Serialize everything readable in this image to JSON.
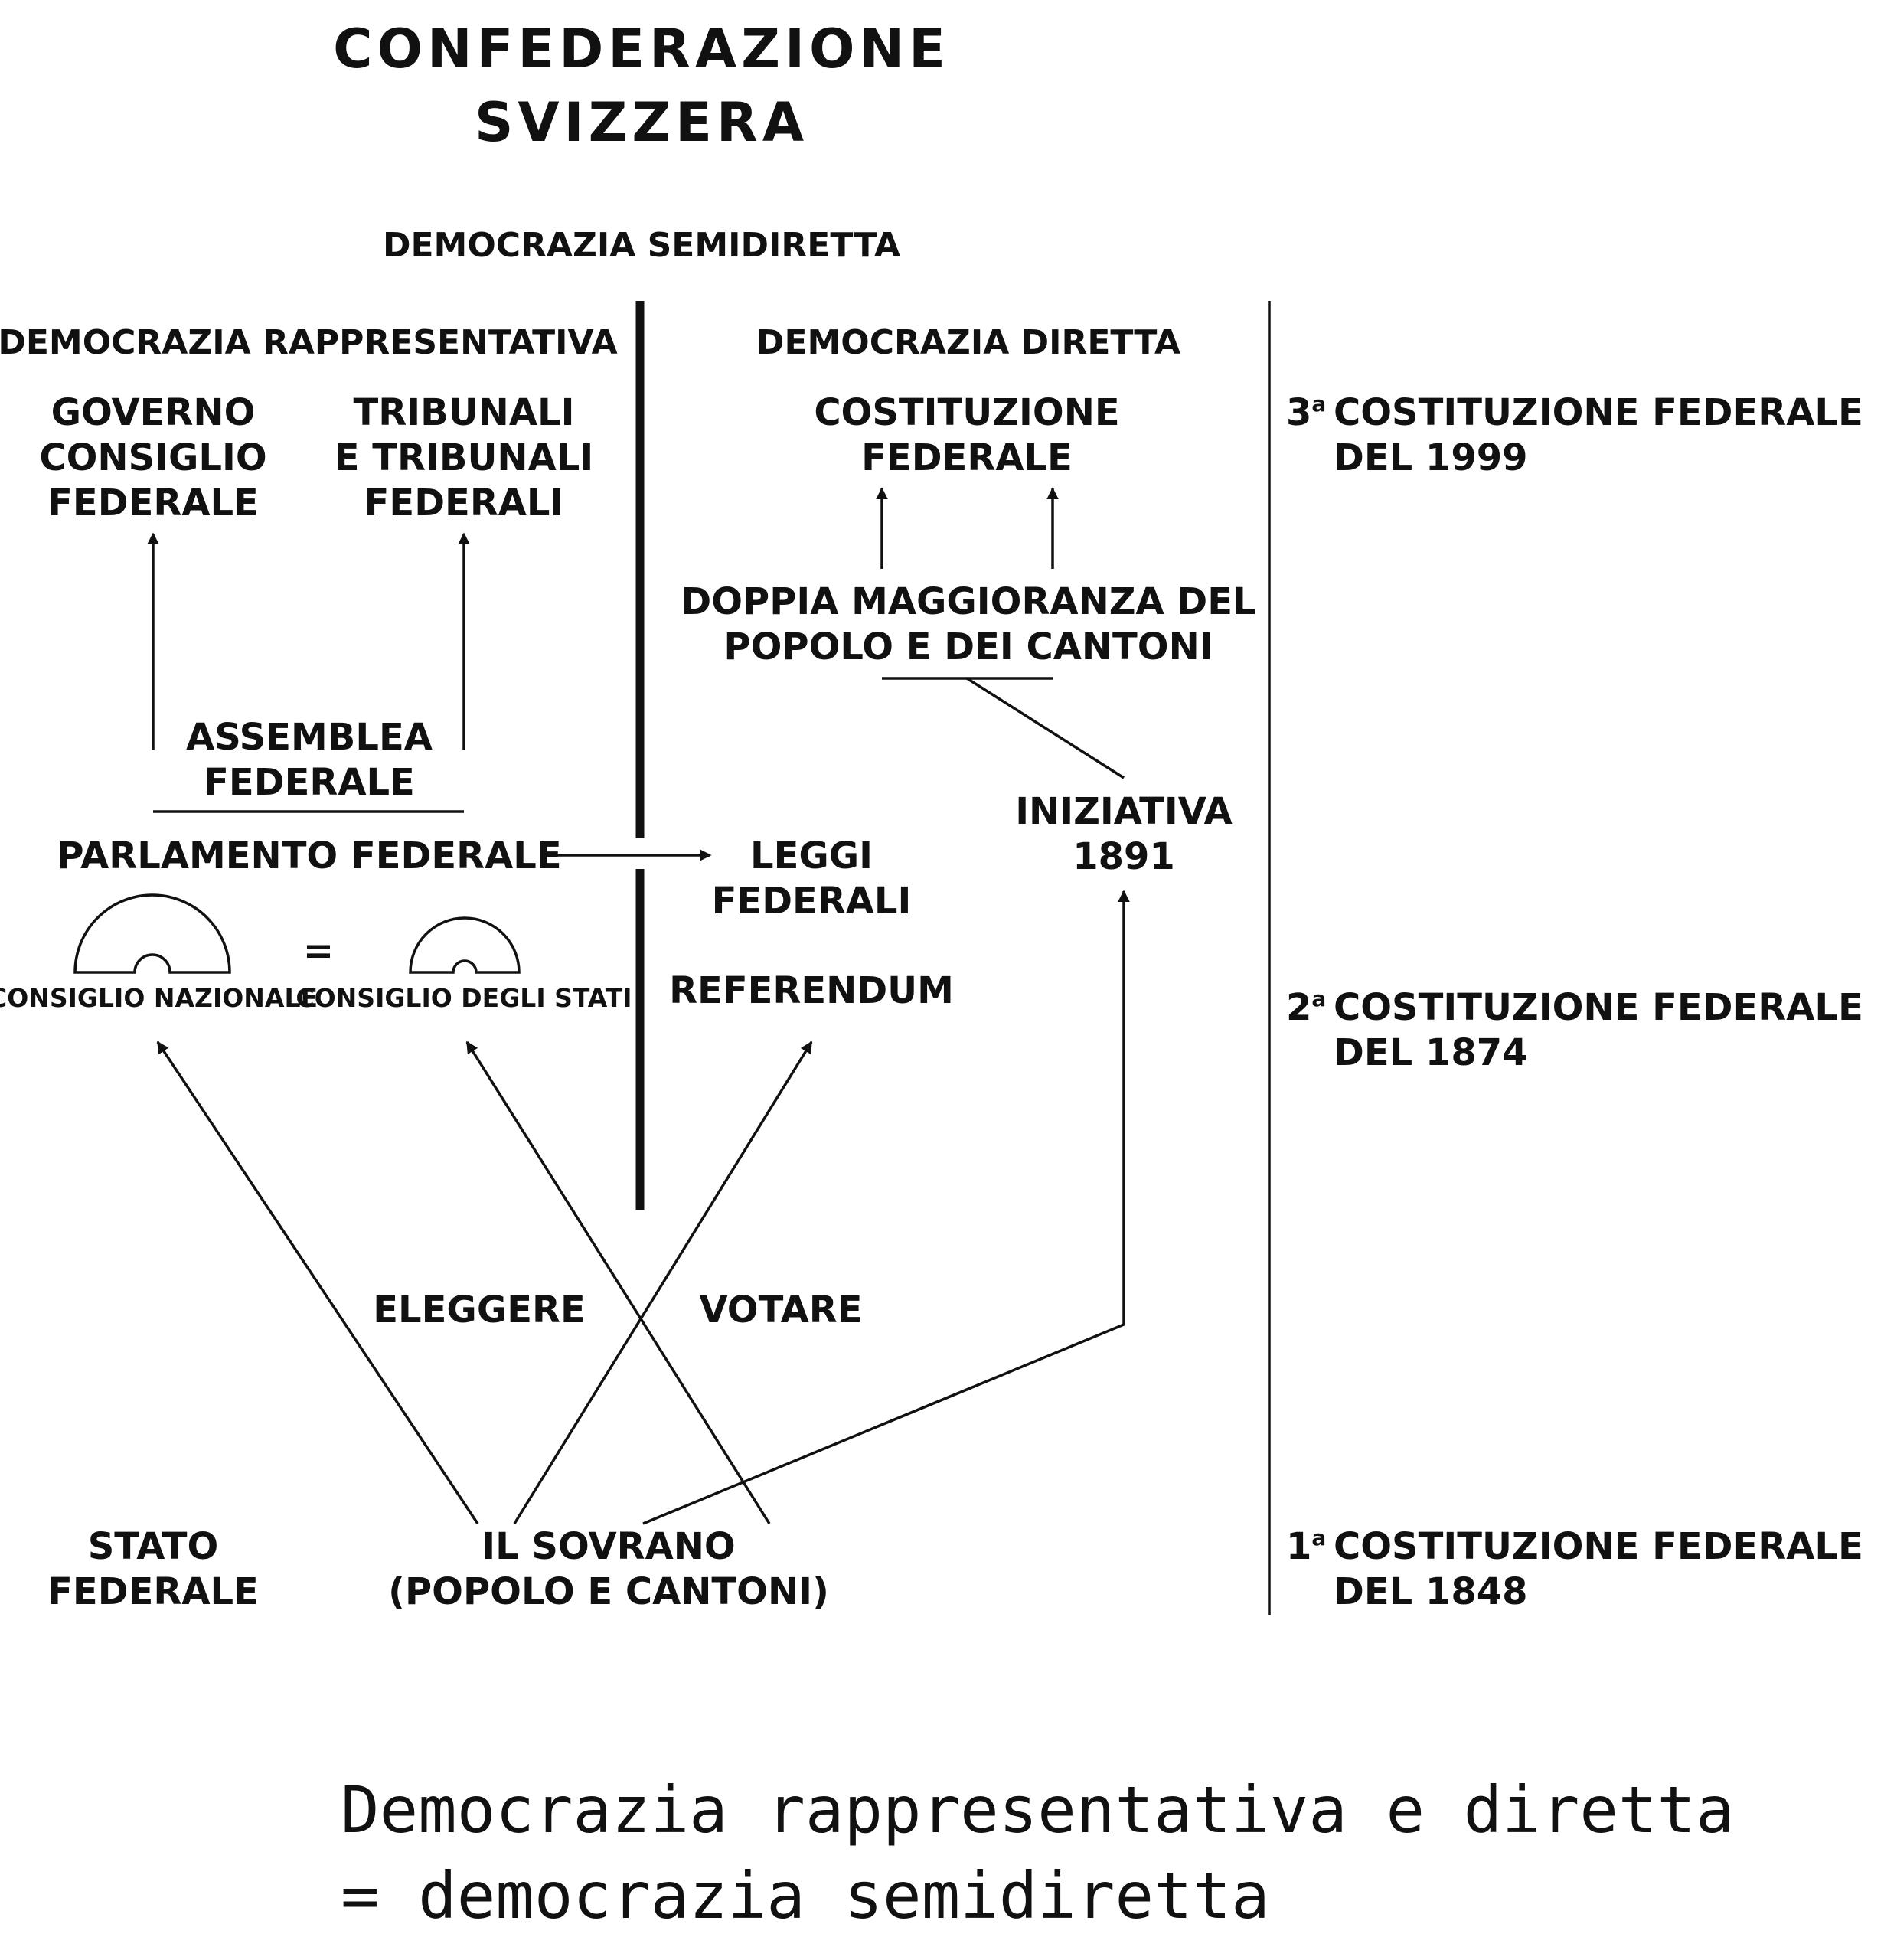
{
  "title": [
    "CONFEDERAZIONE",
    "SVIZZERA"
  ],
  "headings": {
    "semidiretta": "DEMOCRAZIA SEMIDIRETTA",
    "rappresentativa": "DEMOCRAZIA RAPPRESENTATIVA",
    "diretta": "DEMOCRAZIA DIRETTA"
  },
  "nodes": {
    "governo": [
      "GOVERNO",
      "CONSIGLIO",
      "FEDERALE"
    ],
    "tribunali": [
      "TRIBUNALI",
      "E TRIBUNALI",
      "FEDERALI"
    ],
    "costituzione": [
      "COSTITUZIONE",
      "FEDERALE"
    ],
    "doppia_maggioranza": [
      "DOPPIA MAGGIORANZA DEL",
      "POPOLO E DEI CANTONI"
    ],
    "assemblea": [
      "ASSEMBLEA",
      "FEDERALE"
    ],
    "parlamento": "PARLAMENTO FEDERALE",
    "leggi": [
      "LEGGI",
      "FEDERALI"
    ],
    "iniziativa": [
      "INIZIATIVA",
      "1891"
    ],
    "consiglio_nazionale": "CONSIGLIO NAZIONALE",
    "equals": "=",
    "consiglio_stati": "CONSIGLIO DEGLI STATI",
    "referendum": "REFERENDUM",
    "eleggere": "ELEGGERE",
    "votare": "VOTARE",
    "stato": [
      "STATO",
      "FEDERALE"
    ],
    "sovrano": [
      "IL SOVRANO",
      "(POPOLO E CANTONI)"
    ]
  },
  "timeline": [
    {
      "ordinal": "3",
      "suffix": "a",
      "line1": "COSTITUZIONE FEDERALE",
      "line2": "DEL 1999"
    },
    {
      "ordinal": "2",
      "suffix": "a",
      "line1": "COSTITUZIONE FEDERALE",
      "line2": "DEL 1874"
    },
    {
      "ordinal": "1",
      "suffix": "a",
      "line1": "COSTITUZIONE FEDERALE",
      "line2": "DEL 1848"
    }
  ],
  "caption": [
    "Democrazia rappresentativa e diretta",
    "= democrazia semidiretta"
  ]
}
